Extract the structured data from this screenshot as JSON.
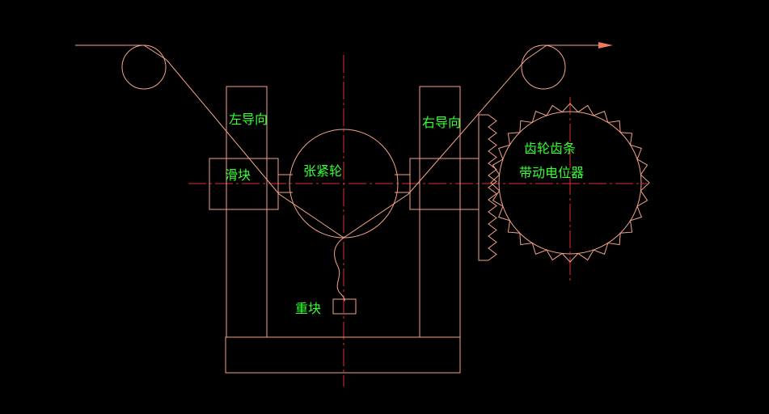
{
  "colors": {
    "background": "#000000",
    "outline": "#f4a38a",
    "centerline": "#e03030",
    "label": "#33ff33",
    "arrow": "#f07860"
  },
  "labels": {
    "left_guide": "左导向",
    "right_guide": "右导向",
    "slider": "滑块",
    "tension_wheel": "张紧轮",
    "gear_rack_line1": "齿轮齿条",
    "gear_rack_line2": "带动电位器",
    "weight": "重块"
  }
}
